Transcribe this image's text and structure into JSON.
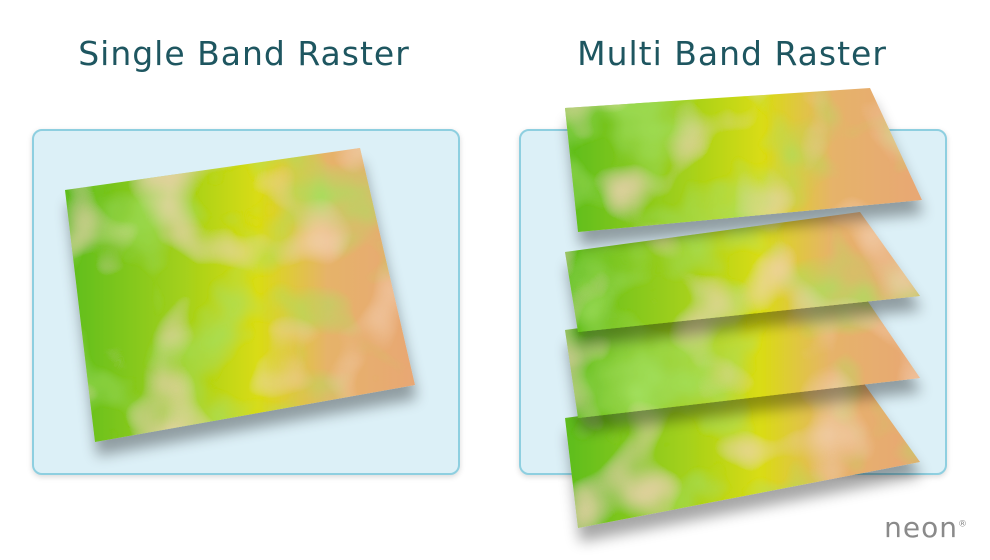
{
  "titles": {
    "single": "Single Band Raster",
    "multi": "Multi Band Raster"
  },
  "logo": {
    "text": "neon",
    "mark": "®"
  },
  "colors": {
    "title_text": "#1e5660",
    "panel_fill": "#dcf0f7",
    "panel_border": "#8ecfe0",
    "raster_green": "#5cbd1c",
    "raster_yellow": "#d9dc12",
    "raster_salmon": "#e8a774"
  },
  "multi_band": {
    "band_count": 4
  }
}
